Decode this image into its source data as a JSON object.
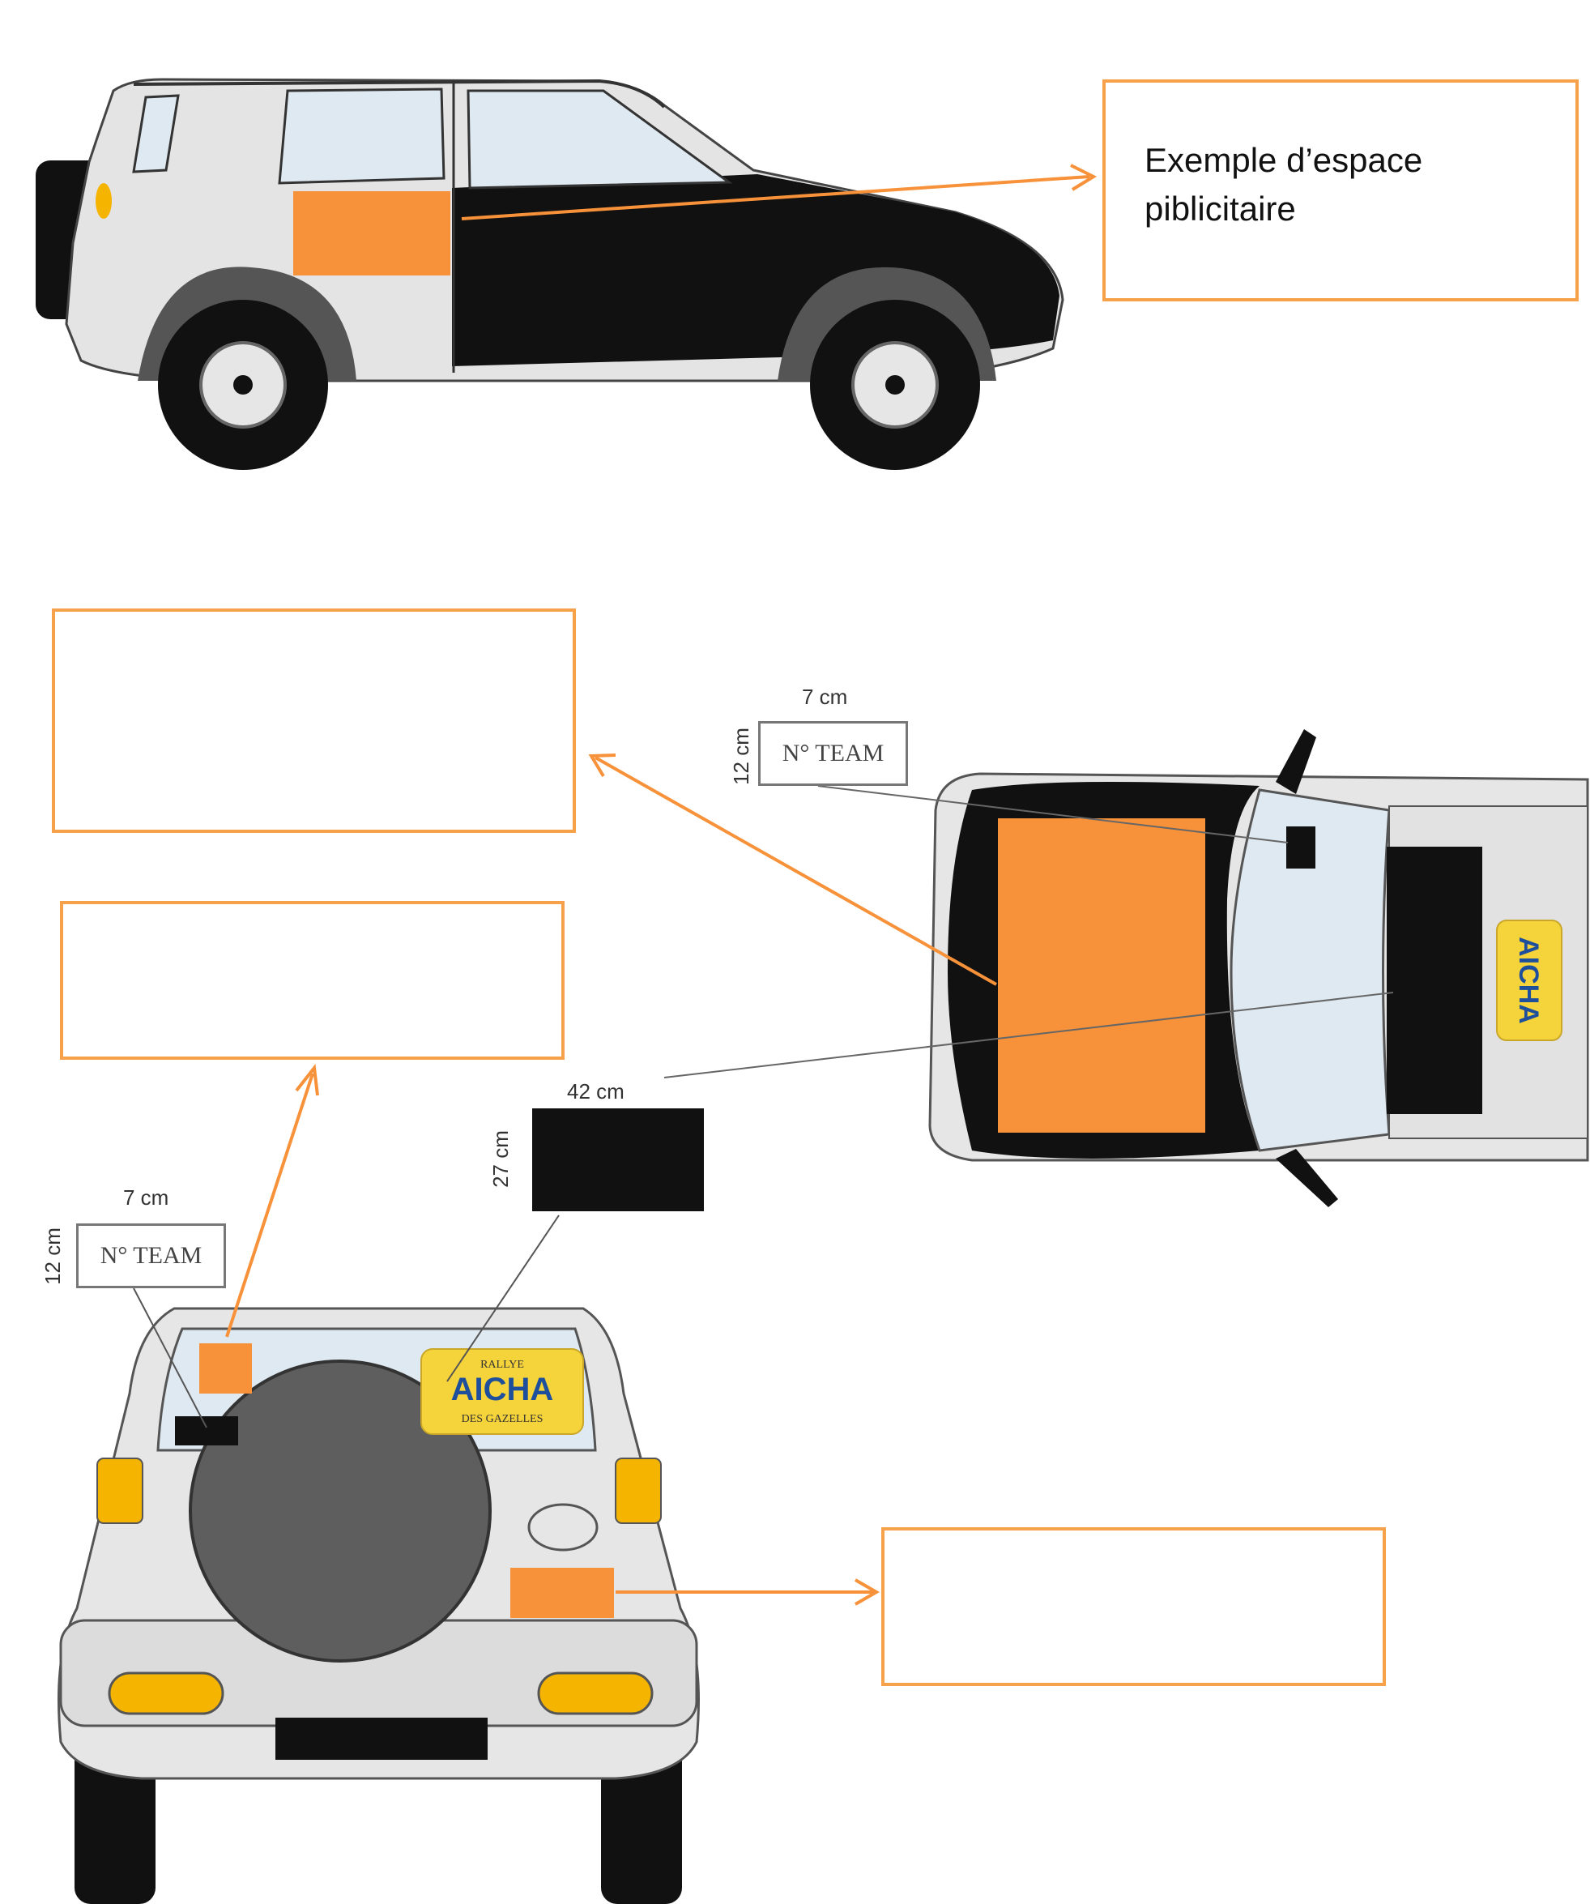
{
  "callouts": [
    {
      "text": "Exemple d’espace\npiblicitaire"
    },
    {
      "text": ""
    },
    {
      "text": ""
    },
    {
      "text": ""
    }
  ],
  "dimensions": {
    "team_width": "7 cm",
    "team_height": "12 cm",
    "team_label": "N° TEAM",
    "plate_width": "42 cm",
    "plate_height": "27 cm"
  },
  "logo": {
    "top": "RALLYE",
    "main": "AICHA",
    "bottom": "DES GAZELLES"
  },
  "colors": {
    "accent": "#f7923a",
    "callout_border": "#f7a24a",
    "car_body": "#e2e2e2",
    "car_black": "#111111",
    "glass": "#dfe9f2",
    "logo_yellow": "#f5d33a",
    "logo_blue": "#1d4f9c"
  }
}
